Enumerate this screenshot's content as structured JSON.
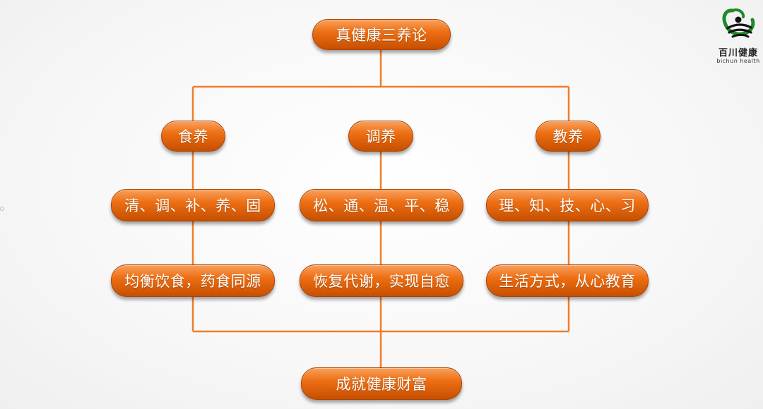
{
  "root": {
    "label": "真健康三养论"
  },
  "branches": [
    {
      "title": "食养",
      "principles": "清、调、补、养、固",
      "goal": "均衡饮食，药食同源"
    },
    {
      "title": "调养",
      "principles": "松、通、温、平、稳",
      "goal": "恢复代谢，实现自愈"
    },
    {
      "title": "教养",
      "principles": "理、知、技、心、习",
      "goal": "生活方式，从心教育"
    }
  ],
  "result": {
    "label": "成就健康财富"
  },
  "logo": {
    "name_cn": "百川健康",
    "name_en": "bichun health",
    "icon": "swirl-logo-icon"
  },
  "colors": {
    "node": "#ee6f14",
    "line": "#f07d2a"
  }
}
